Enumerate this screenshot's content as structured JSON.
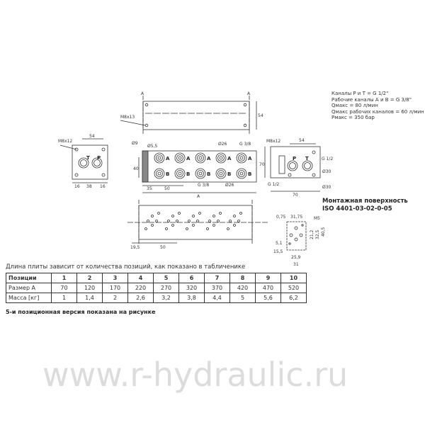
{
  "specs": [
    "Каналы P и T = G 1/2\"",
    "Рабочие каналы A и B = G 3/8\"",
    "Qмакс = 80 л/мин",
    "Qмакс рабочих каналов = 60 л/мин",
    "Pмакс = 350 бар"
  ],
  "mounting": {
    "title": "Монтажная поверхность",
    "standard": "ISO 4401-03-02-0-05"
  },
  "table": {
    "caption": "Длина плиты зависит от количества позиций, как показано в табличенике",
    "rows": [
      {
        "label": "Позиции",
        "values": [
          "1",
          "2",
          "3",
          "4",
          "5",
          "6",
          "7",
          "8",
          "9",
          "10"
        ]
      },
      {
        "label": "Размер A",
        "values": [
          "70",
          "120",
          "170",
          "220",
          "270",
          "320",
          "370",
          "420",
          "470",
          "520"
        ]
      },
      {
        "label": "Масса  [кг]",
        "values": [
          "1",
          "1,4",
          "2",
          "2,6",
          "3,2",
          "3,8",
          "4,4",
          "5",
          "5,6",
          "6,2"
        ]
      }
    ]
  },
  "note": "5-и позиционная версия показана на рисунке",
  "dims": {
    "m8x13": "M8x13",
    "m8x12": "M8x12",
    "d9": "Ø9",
    "d55": "Ø5,5",
    "d26": "Ø26",
    "g38": "G 3/8",
    "g12": "G 1/2",
    "d30": "Ø30",
    "a": "A",
    "d35": "35",
    "d50": "50",
    "d40": "40",
    "d54": "54",
    "d70": "70",
    "d16": "16",
    "d38": "38",
    "d195": "19,5",
    "m5": "M5",
    "t075": "0,75",
    "t3175": "31,75",
    "t51": "5,1",
    "t155": "15,5",
    "t259": "25,9",
    "t31": "31",
    "t405": "40,5",
    "t32": "32,5",
    "t212": "21,2"
  },
  "ports": {
    "a": "A",
    "b": "B",
    "p": "P",
    "t": "T"
  },
  "watermark": "www.r-hydraulic.ru"
}
